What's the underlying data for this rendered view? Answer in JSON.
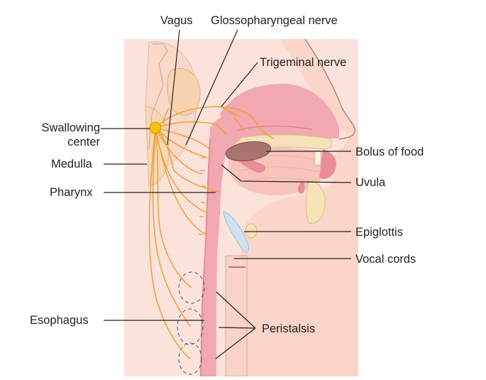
{
  "labels": {
    "vagus": "Vagus",
    "glossopharyngeal": "Glossopharyngeal nerve",
    "trigeminal": "Trigeminal nerve",
    "swallowing_center_line1": "Swallowing",
    "swallowing_center_line2": "center",
    "medulla": "Medulla",
    "pharynx": "Pharynx",
    "esophagus": "Esophagus",
    "bolus": "Bolus of food",
    "uvula": "Uvula",
    "epiglottis": "Epiglottis",
    "vocal_cords": "Vocal cords",
    "peristalsis": "Peristalsis"
  },
  "colors": {
    "background_tissue": "#fbe3dc",
    "pink_mucosa": "#f2a8b0",
    "dark_pink": "#e98d99",
    "nerve": "#f0a040",
    "bone": "#f6e1b8",
    "bolus": "#a9736f",
    "swallowing_center": "#f5c20a",
    "epiglottis_blue": "#cfe1ee"
  }
}
